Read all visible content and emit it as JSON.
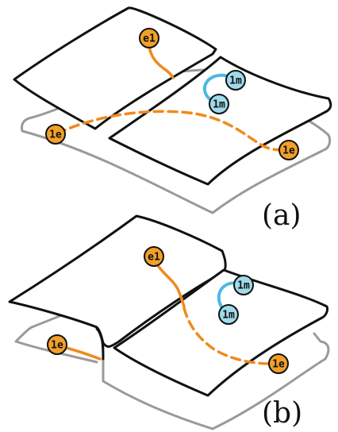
{
  "colors": {
    "orange": "#f08a1c",
    "orange_node": "#f2a02a",
    "cyan": "#4bb9e3",
    "cyan_node": "#9fdbea",
    "outline": "#111111",
    "lower_sheet": "#9a9a9a"
  },
  "panels": [
    {
      "label": "(a)",
      "nodes": {
        "top_orange": "e1",
        "left_orange": "1e",
        "right_orange": "1e",
        "cyan_upper": "1m",
        "cyan_lower": "1m"
      }
    },
    {
      "label": "(b)",
      "nodes": {
        "top_orange": "e1",
        "left_orange": "1e",
        "right_orange": "1e",
        "cyan_upper": "1m",
        "cyan_lower": "1m"
      }
    }
  ]
}
